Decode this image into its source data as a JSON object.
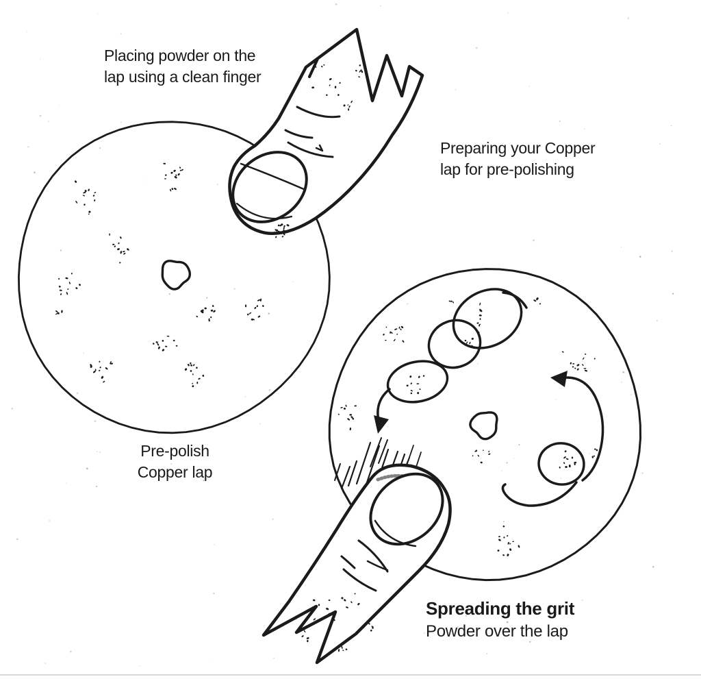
{
  "labels": {
    "placing": {
      "line1": "Placing powder on the",
      "line2": "lap using a clean finger"
    },
    "preparing": {
      "line1": "Preparing your Copper",
      "line2": "lap for pre-polishing"
    },
    "prepolish": {
      "line1": "Pre-polish",
      "line2": "Copper lap"
    },
    "spreading": {
      "line1": "Spreading the grit",
      "line2": "Powder over the lap"
    }
  },
  "colors": {
    "ink": "#1b1b1b",
    "paper": "#ffffff",
    "bottom_rule": "#ccd1d9"
  }
}
